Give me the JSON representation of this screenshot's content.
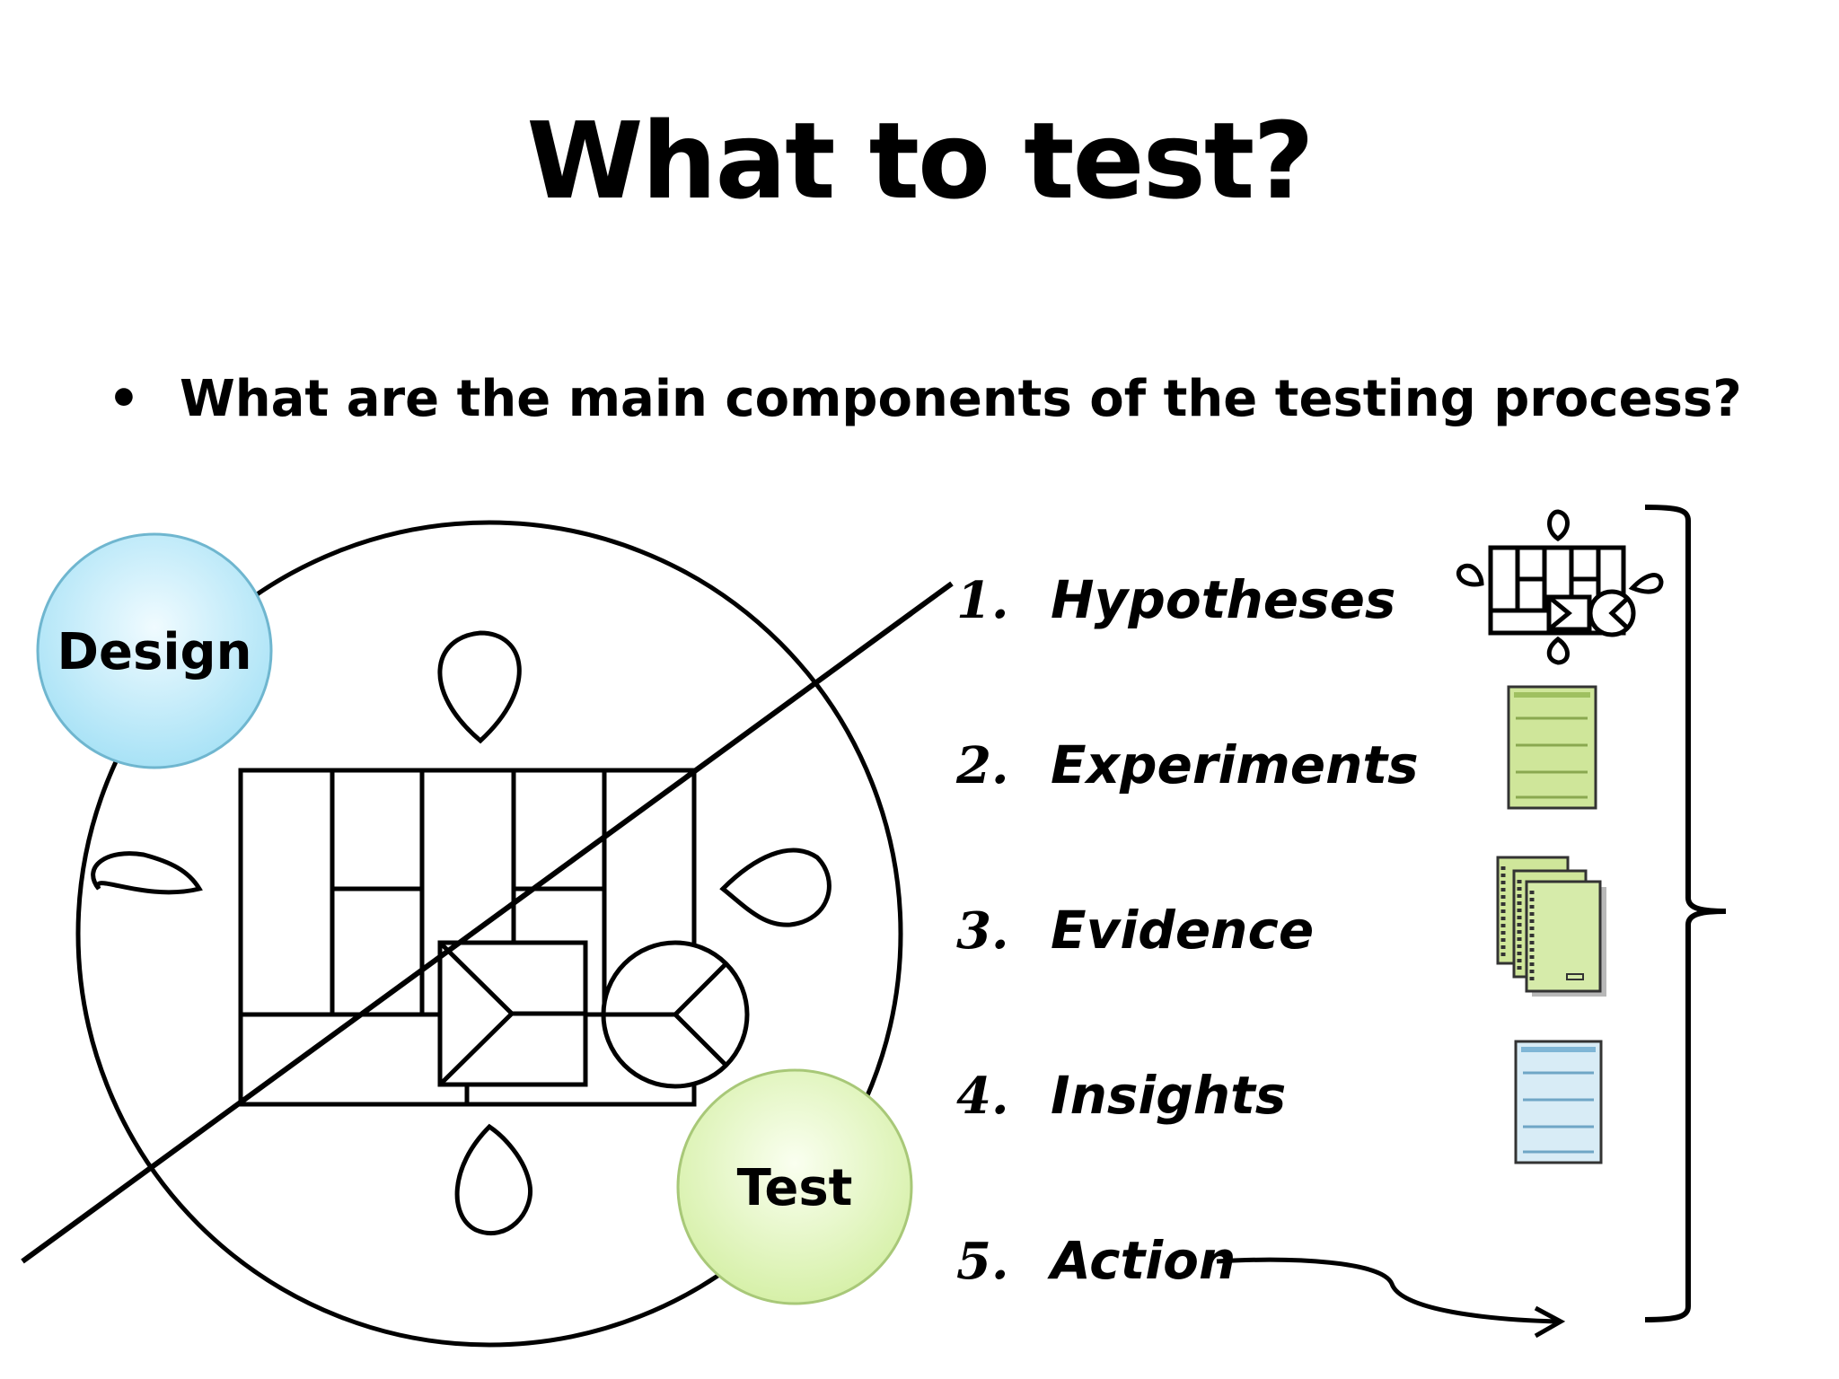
{
  "slide": {
    "title": "What to test?",
    "bullet": {
      "marker": "•",
      "text": "What are the main components of the testing process?"
    }
  },
  "diagram": {
    "design_label": "Design",
    "test_label": "Test",
    "colors": {
      "design_fill": "#b8e8f8",
      "design_stroke": "#6fb6cf",
      "test_fill": "#e3f6c0",
      "test_stroke": "#a8c878",
      "doc_green": "#cfe69a",
      "doc_blue": "#d8ecf6"
    }
  },
  "list": {
    "items": [
      {
        "number": "1.",
        "label": "Hypotheses",
        "icon": "canvas-mini-icon"
      },
      {
        "number": "2.",
        "label": "Experiments",
        "icon": "green-card-icon"
      },
      {
        "number": "3.",
        "label": "Evidence",
        "icon": "stacked-cards-icon"
      },
      {
        "number": "4.",
        "label": "Insights",
        "icon": "blue-card-icon"
      },
      {
        "number": "5.",
        "label": "Action",
        "icon": "curved-arrow-icon"
      }
    ]
  }
}
